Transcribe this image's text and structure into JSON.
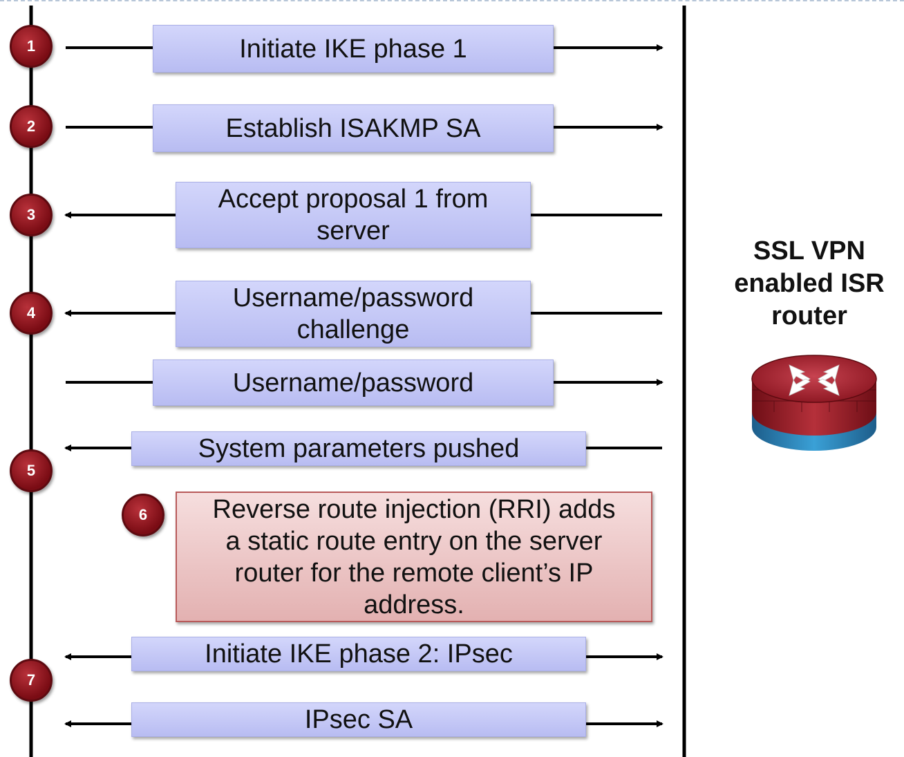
{
  "router": {
    "label_lines": [
      "SSL VPN",
      "enabled ISR",
      "router"
    ],
    "icon": "router-icon"
  },
  "steps": [
    {
      "badge": "1",
      "text": "Initiate IKE phase 1",
      "direction": "right"
    },
    {
      "badge": "2",
      "text": "Establish ISAKMP SA",
      "direction": "right"
    },
    {
      "badge": "3",
      "text": "Accept proposal 1 from\nserver",
      "direction": "left"
    },
    {
      "badge": "4",
      "text": "Username/password\nchallenge",
      "direction": "left"
    },
    {
      "badge": "",
      "text": "Username/password",
      "direction": "right"
    },
    {
      "badge": "5",
      "text": "System parameters pushed",
      "direction": "left"
    },
    {
      "badge": "6",
      "text": "Reverse route injection (RRI) adds\na static route entry on the server\nrouter for the remote client’s IP\naddress.",
      "direction": "none"
    },
    {
      "badge": "7",
      "text": "Initiate IKE phase 2: IPsec",
      "direction": "both"
    },
    {
      "badge": "",
      "text": "IPsec SA",
      "direction": "both"
    }
  ],
  "colors": {
    "message_fill": "#c5c8f7",
    "note_fill": "#ecc6c6",
    "badge_fill": "#8b1a22",
    "line": "#000000"
  }
}
